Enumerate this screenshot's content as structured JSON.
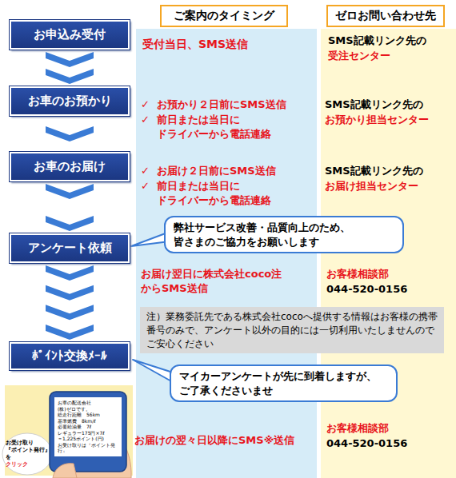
{
  "diagram": {
    "nodes": [
      {
        "text": [
          "ご案内のタイミング"
        ]
      },
      {
        "text": [
          "ゼロお問い合わせ先"
        ]
      },
      {
        "text": [
          "お申込み受付"
        ]
      },
      {
        "text": [
          "お車のお預かり"
        ]
      },
      {
        "text": [
          "お車のお届け"
        ]
      },
      {
        "text": [
          "アンケート依頼"
        ]
      },
      {
        "text": [
          "ﾎﾟｲﾝﾄ交換ﾒｰﾙ"
        ]
      },
      {
        "text": [
          "弊社サービス改善・品質向上のため、 皆さまのご協力をお願いします"
        ]
      },
      {
        "text": [
          "注）業務委託先である株式会社cocoへ提供する情報はお客様の携帯番号のみで、アンケート以外の目的には一切利用いたしませんのでご安心ください"
        ]
      },
      {
        "text": [
          "マイカーアンケートが先に到着しますが、 ご了承くださいませ"
        ]
      },
      {
        "text": [
          "お車の配送会社",
          "(株)ゼロです。",
          "総走行距離　56km",
          "基準燃費　8km/ℓ",
          "必要給油量　7ℓ",
          "レギュラー175円×7ℓ",
          "＝1,225ポイント(円)",
          "お受け取りは『ポイント発行』"
        ]
      }
    ],
    "edges": [
      {
        "from": 2,
        "to": 3,
        "arrow": "to"
      },
      {
        "from": 3,
        "to": 4,
        "arrow": "to"
      },
      {
        "from": 4,
        "to": 5,
        "arrow": "to"
      },
      {
        "from": 5,
        "to": 6,
        "arrow": "to"
      }
    ],
    "labels": [
      "受付当日、SMS送信",
      "SMS記載リンク先の",
      "受注センター",
      "✓",
      "お預かり２日前にSMS送信",
      "✓",
      "前日または当日に ドライバーから電話連絡",
      "SMS記載リンク先の",
      "お預かり担当センター",
      "✓",
      "お届け２日前にSMS送信",
      "✓",
      "前日または当日に ドライバーから電話連絡",
      "SMS記載リンク先の",
      "お届け担当センター",
      "お届け翌日に株式会社coco注 からSMS送信",
      "お客様相談部",
      "044-520-0156",
      "お届けの翌々日以降にSMS※送信",
      "お客様相談部",
      "044-520-0156",
      "お受け取り",
      "『ポイント発行』",
      "を",
      "クリック"
    ]
  }
}
